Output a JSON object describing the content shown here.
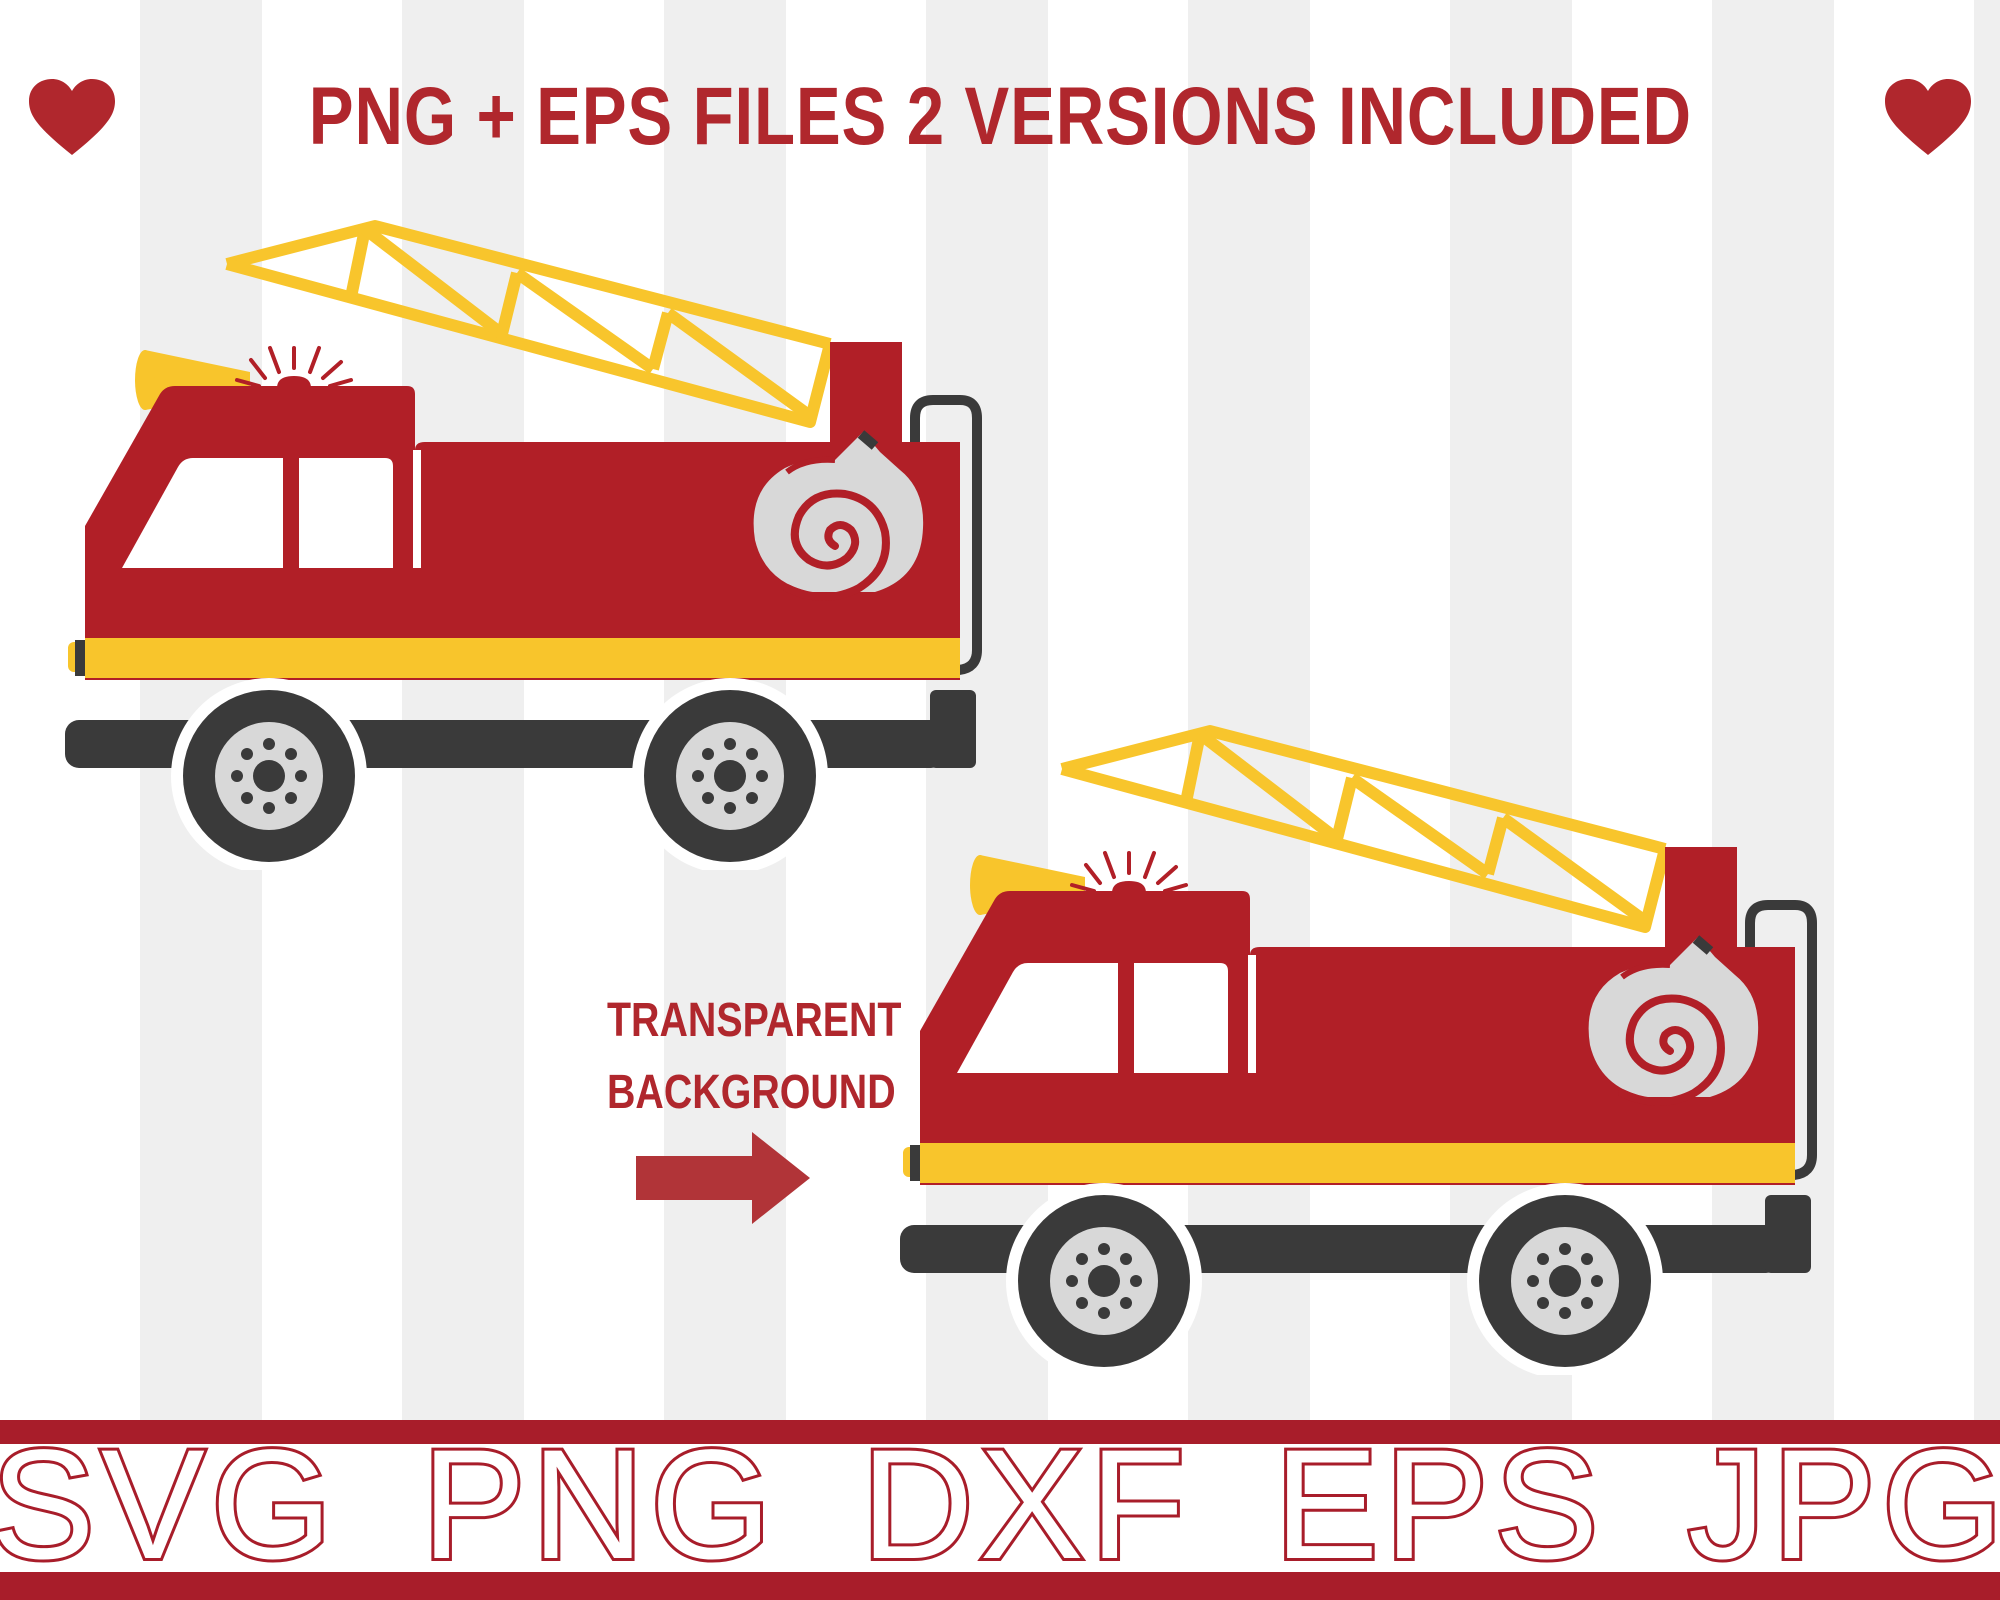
{
  "header": {
    "title": "PNG + EPS FILES 2 VERSIONS INCLUDED",
    "left_icon": "heart-icon",
    "right_icon": "heart-icon"
  },
  "label": {
    "line1": "TRANSPARENT",
    "line2": "BACKGROUND"
  },
  "footer": {
    "formats": "SVG PNG DXF EPS JPG"
  },
  "colors": {
    "brand_red": "#b0272d",
    "truck_red": "#b11f27",
    "ladder_yellow": "#f8c52c",
    "tire_dark": "#3a3a3a",
    "hose_gray": "#d8d8d8"
  }
}
